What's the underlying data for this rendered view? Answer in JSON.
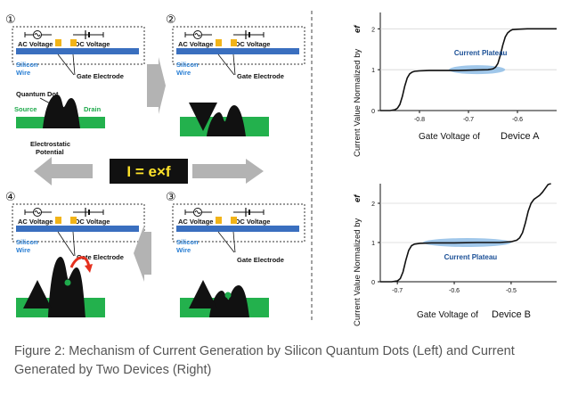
{
  "diagram": {
    "steps": [
      {
        "number": "①",
        "ac_label": "AC Voltage",
        "dc_label": "DC Voltage",
        "wire_label_1": "Silicon",
        "wire_label_2": "Wire",
        "gate_label": "Gate Electrode",
        "dot_label": "Quantum Dot",
        "source_label": "Source",
        "drain_label": "Drain",
        "potential_label_1": "Electrostatic",
        "potential_label_2": "Potential"
      },
      {
        "number": "②",
        "ac_label": "AC Voltage",
        "dc_label": "DC Voltage",
        "wire_label_1": "Silicon",
        "wire_label_2": "Wire",
        "gate_label": "Gate Electrode"
      },
      {
        "number": "③",
        "ac_label": "AC Voltage",
        "dc_label": "DC Voltage",
        "wire_label_1": "Silicon",
        "wire_label_2": "Wire",
        "gate_label": "Gate Electrode"
      },
      {
        "number": "④",
        "ac_label": "AC Voltage",
        "dc_label": "DC Voltage",
        "wire_label_1": "Silicon",
        "wire_label_2": "Wire",
        "gate_label": "Gate Electrode"
      }
    ],
    "formula": "I = e×f",
    "colors": {
      "wire": "#3a6fbf",
      "gate": "#f2b418",
      "ground": "#23b14d",
      "label_blue": "#2a7fd4",
      "arrow_gray": "#b3b3b3",
      "dot_green": "#1faa4c",
      "curl_red": "#e5311f",
      "plateau": "#8fbde6"
    }
  },
  "chart_data": [
    {
      "type": "line",
      "plateau_label": "Current Plateau",
      "xlabel_prefix": "Gate Voltage of",
      "xlabel_device": "Device A",
      "ylabel_prefix": "Current Value Normalized by",
      "ylabel_unit": "ef",
      "xlim": [
        -0.88,
        -0.52
      ],
      "ylim": [
        0,
        2.4
      ],
      "xticks": [
        "-0.8",
        "-0.7",
        "-0.6"
      ],
      "xtick_values": [
        -0.8,
        -0.7,
        -0.6
      ],
      "yticks": [
        "0",
        "1",
        "2"
      ],
      "ytick_values": [
        0,
        1,
        2
      ],
      "x": [
        -0.88,
        -0.86,
        -0.85,
        -0.845,
        -0.84,
        -0.835,
        -0.83,
        -0.825,
        -0.82,
        -0.815,
        -0.81,
        -0.8,
        -0.78,
        -0.75,
        -0.72,
        -0.69,
        -0.66,
        -0.65,
        -0.645,
        -0.64,
        -0.635,
        -0.63,
        -0.625,
        -0.62,
        -0.615,
        -0.61,
        -0.6,
        -0.58,
        -0.55,
        -0.52
      ],
      "y": [
        0,
        0,
        0.02,
        0.06,
        0.15,
        0.35,
        0.6,
        0.8,
        0.9,
        0.94,
        0.96,
        0.97,
        0.98,
        0.98,
        0.98,
        0.99,
        1.0,
        1.02,
        1.06,
        1.15,
        1.35,
        1.6,
        1.8,
        1.9,
        1.95,
        1.98,
        1.99,
        2.0,
        2.0,
        2.0
      ],
      "plateau_x": [
        -0.74,
        -0.625
      ],
      "plateau_y": 1.0
    },
    {
      "type": "line",
      "plateau_label": "Current Plateau",
      "xlabel_prefix": "Gate Voltage of",
      "xlabel_device": "Device B",
      "ylabel_prefix": "Current Value Normalized by",
      "ylabel_unit": "ef",
      "xlim": [
        -0.73,
        -0.42
      ],
      "ylim": [
        0,
        2.5
      ],
      "xticks": [
        "-0.7",
        "-0.6",
        "-0.5"
      ],
      "xtick_values": [
        -0.7,
        -0.6,
        -0.5
      ],
      "yticks": [
        "0",
        "1",
        "2"
      ],
      "ytick_values": [
        0,
        1,
        2
      ],
      "x": [
        -0.73,
        -0.71,
        -0.7,
        -0.695,
        -0.69,
        -0.685,
        -0.68,
        -0.675,
        -0.67,
        -0.66,
        -0.64,
        -0.6,
        -0.56,
        -0.52,
        -0.5,
        -0.49,
        -0.485,
        -0.48,
        -0.475,
        -0.47,
        -0.465,
        -0.46,
        -0.455,
        -0.45,
        -0.445,
        -0.44,
        -0.435,
        -0.43
      ],
      "y": [
        0,
        0,
        0.02,
        0.08,
        0.25,
        0.55,
        0.8,
        0.92,
        0.96,
        0.98,
        0.99,
        0.99,
        1.0,
        1.0,
        1.02,
        1.06,
        1.12,
        1.25,
        1.5,
        1.8,
        2.0,
        2.1,
        2.15,
        2.2,
        2.28,
        2.38,
        2.48,
        2.55
      ],
      "plateau_x": [
        -0.655,
        -0.5
      ],
      "plateau_y": 1.0
    }
  ],
  "caption": {
    "text": "Figure 2:  Mechanism of Current Generation by Silicon Quantum Dots (Left) and Current Generated by Two Devices (Right)"
  }
}
